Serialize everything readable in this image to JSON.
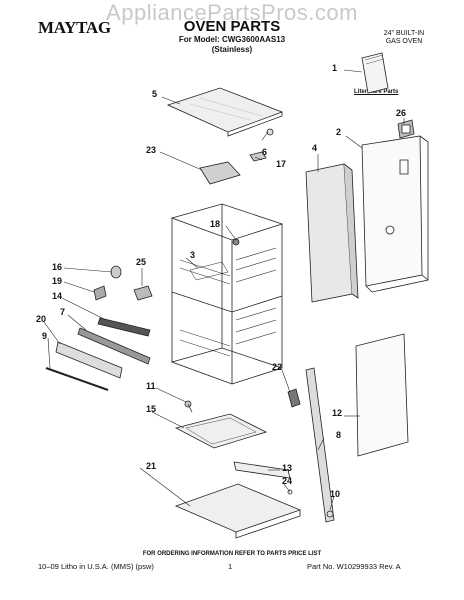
{
  "watermark": "AppliancePartsPros.com",
  "header": {
    "brand": "MAYTAG",
    "title": "OVEN PARTS",
    "model_line": "For Model: CWG3600AAS13",
    "variant": "(Stainless)",
    "oven_type_line1": "24\" BUILT-IN",
    "oven_type_line2": "GAS OVEN"
  },
  "literature_label": "Literature Parts",
  "callouts": [
    "1",
    "2",
    "3",
    "4",
    "5",
    "6",
    "7",
    "8",
    "9",
    "10",
    "11",
    "12",
    "13",
    "14",
    "15",
    "16",
    "17",
    "18",
    "19",
    "20",
    "21",
    "22",
    "23",
    "24",
    "25",
    "26"
  ],
  "footer": {
    "order_info": "FOR ORDERING INFORMATION REFER TO PARTS PRICE LIST",
    "litho": "10–09 Litho in U.S.A. (MMS) (psw)",
    "page": "1",
    "part_no": "Part No. W10299933 Rev. A"
  }
}
